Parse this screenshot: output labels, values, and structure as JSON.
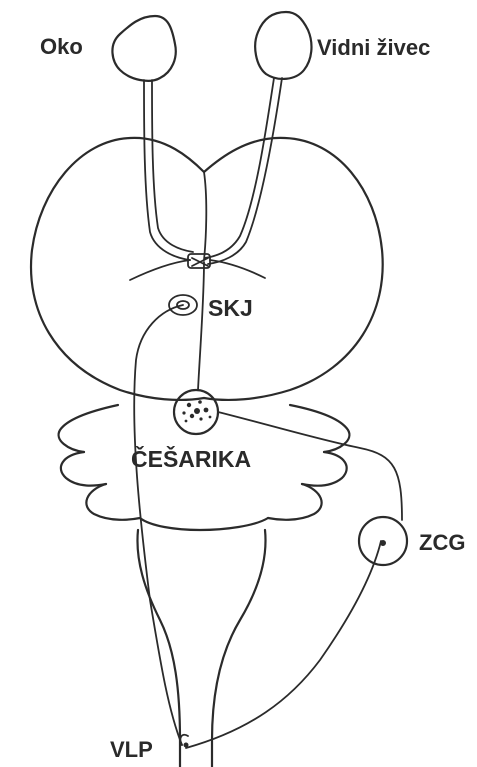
{
  "labels": {
    "eye": "Oko",
    "optic_nerve": "Vidni živec",
    "skj": "SKJ",
    "pineal": "ČEŠARIKA",
    "zcg": "ZCG",
    "vlp": "VLP"
  },
  "colors": {
    "line": "#2b2b2b",
    "text": "#2a2a2a",
    "background": "#ffffff"
  }
}
